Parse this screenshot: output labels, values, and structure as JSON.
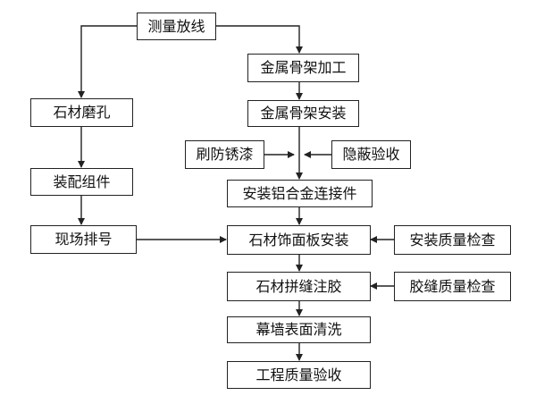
{
  "diagram": {
    "nodes": {
      "survey": "测量放线",
      "frame_processing": "金属骨架加工",
      "frame_install": "金属骨架安装",
      "stone_drilling": "石材磨孔",
      "assembly": "装配组件",
      "site_numbering": "现场排号",
      "rust_paint": "刷防锈漆",
      "concealed_acceptance": "隐蔽验收",
      "aluminum_connector": "安装铝合金连接件",
      "stone_panel_install": "石材饰面板安装",
      "install_quality_check": "安装质量检查",
      "joint_sealing": "石材拼缝注胶",
      "sealant_quality_check": "胶缝质量检查",
      "curtain_wall_cleaning": "幕墙表面清洗",
      "project_acceptance": "工程质量验收"
    }
  }
}
